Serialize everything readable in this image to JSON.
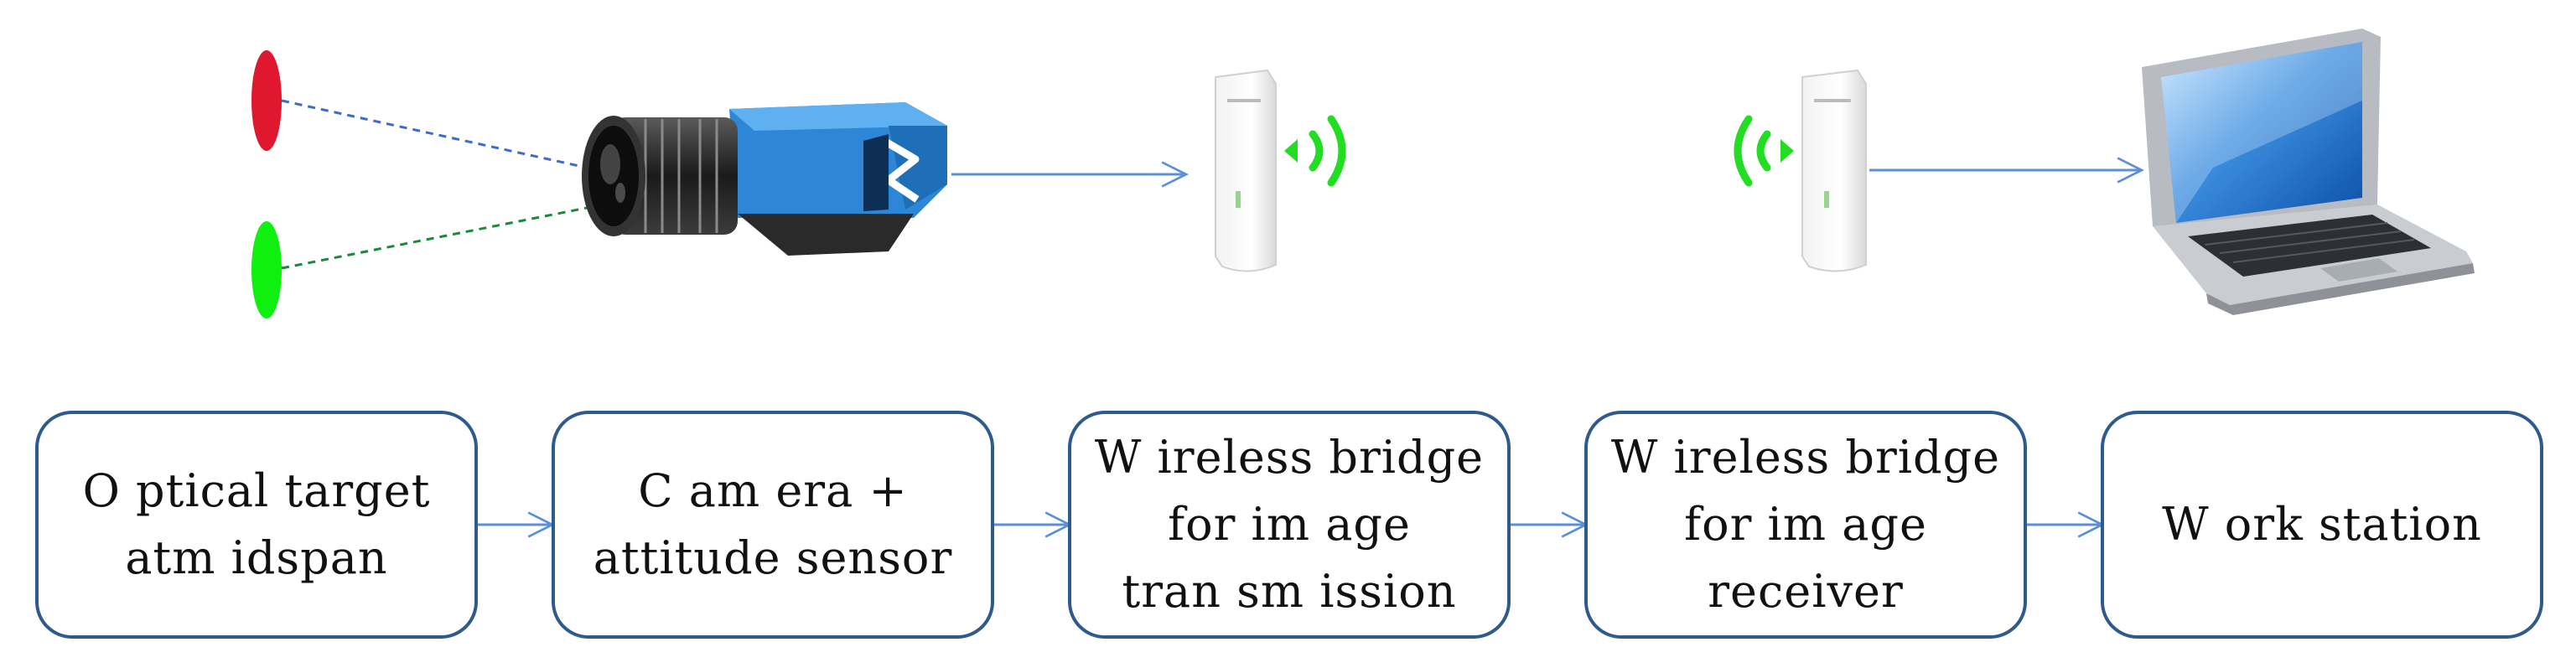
{
  "diagram": {
    "boxes": [
      {
        "id": "optical-target",
        "label": "O ptical target\natm idspan"
      },
      {
        "id": "camera",
        "label": "C am era +\nattitude sensor"
      },
      {
        "id": "bridge-tx",
        "label": "W  ireless bridge\nfor im age\ntran sm ission"
      },
      {
        "id": "bridge-rx",
        "label": "W  ireless bridge\nfor im age\nreceiver"
      },
      {
        "id": "workstation",
        "label": "W  ork station"
      }
    ],
    "icons": {
      "red_target": "red-target-icon",
      "green_target": "green-target-icon",
      "camera": "industrial-camera-icon",
      "bridge_tx": "wireless-bridge-transmitter-icon",
      "bridge_rx": "wireless-bridge-receiver-icon",
      "laptop": "laptop-icon"
    },
    "colors": {
      "box_border": "#2e5a8e",
      "arrow": "#5b8fd8",
      "target_red": "#e0182f",
      "target_green": "#10f010",
      "signal_green": "#22dd22",
      "camera_blue": "#2d86d6"
    }
  }
}
